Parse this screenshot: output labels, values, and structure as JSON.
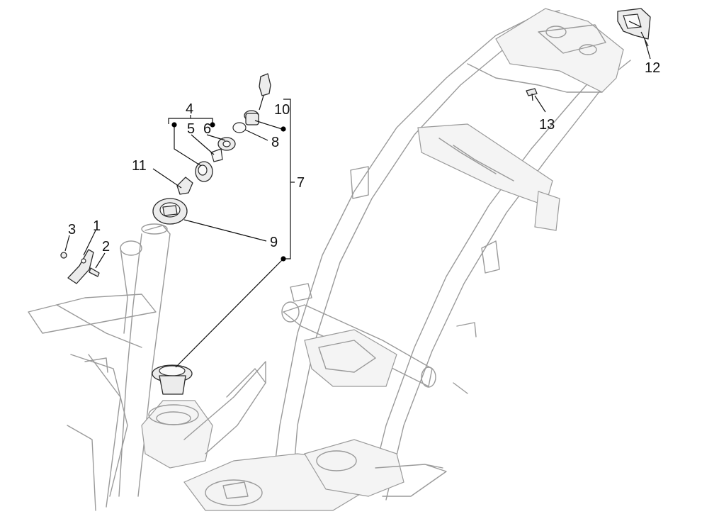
{
  "callouts": {
    "c1": "1",
    "c2": "2",
    "c3": "3",
    "c4": "4",
    "c5": "5",
    "c6": "6",
    "c7": "7",
    "c8": "8",
    "c9": "9",
    "c10": "10",
    "c11": "11",
    "c12": "12",
    "c13": "13"
  },
  "parts": [
    {
      "ref": "1",
      "icon": "bracket-icon"
    },
    {
      "ref": "2",
      "icon": "screw-icon"
    },
    {
      "ref": "3",
      "icon": "nut-icon"
    },
    {
      "ref": "4",
      "icon": "lock-cylinder-kit-icon"
    },
    {
      "ref": "5",
      "icon": "spring-clip-icon"
    },
    {
      "ref": "6",
      "icon": "washer-icon"
    },
    {
      "ref": "7",
      "icon": "lock-set-icon"
    },
    {
      "ref": "8",
      "icon": "ring-icon"
    },
    {
      "ref": "9",
      "icon": "fuel-cap-icon"
    },
    {
      "ref": "10",
      "icon": "key-icon"
    },
    {
      "ref": "11",
      "icon": "spring-icon"
    },
    {
      "ref": "12",
      "icon": "latch-icon"
    },
    {
      "ref": "13",
      "icon": "bolt-icon"
    }
  ],
  "colors": {
    "frame_stroke": "#9a9a9a",
    "part_stroke": "#2a2a2a",
    "callout_text": "#111111"
  }
}
